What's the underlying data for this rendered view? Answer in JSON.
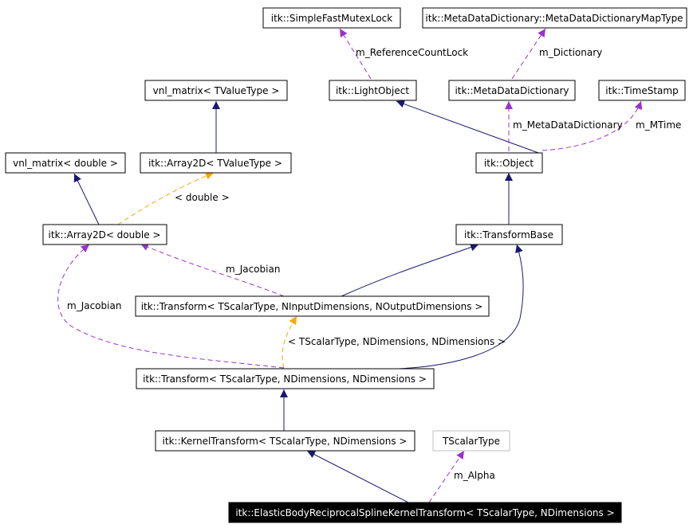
{
  "colors": {
    "inheritance": "#191970",
    "member": "#9a32cd",
    "template": "#ffa500",
    "focus_fill": "#000000",
    "focus_text": "#ffffff"
  },
  "nodes": {
    "simple_fast_mutex_lock": "itk::SimpleFastMutexLock",
    "meta_data_dictionary_map_type": "itk::MetaDataDictionary::MetaDataDictionaryMapType",
    "vnl_matrix_tvaluetype": "vnl_matrix< TValueType >",
    "light_object": "itk::LightObject",
    "meta_data_dictionary": "itk::MetaDataDictionary",
    "time_stamp": "itk::TimeStamp",
    "vnl_matrix_double": "vnl_matrix< double >",
    "array2d_tvaluetype": "itk::Array2D< TValueType >",
    "object": "itk::Object",
    "array2d_double": "itk::Array2D< double >",
    "transform_base": "itk::TransformBase",
    "transform_in_out": "itk::Transform< TScalarType, NInputDimensions, NOutputDimensions >",
    "transform_dims": "itk::Transform< TScalarType, NDimensions, NDimensions >",
    "kernel_transform": "itk::KernelTransform< TScalarType, NDimensions >",
    "tscalar_type": "TScalarType",
    "elastic_body": "itk::ElasticBodyReciprocalSplineKernelTransform< TScalarType, NDimensions >"
  },
  "edge_labels": {
    "reference_count_lock": "m_ReferenceCountLock",
    "dictionary": "m_Dictionary",
    "meta_data_dictionary": "m_MetaDataDictionary",
    "mtime": "m_MTime",
    "double_template": "< double >",
    "jacobian_top": "m_Jacobian",
    "jacobian_left": "m_Jacobian",
    "transform_template": "< TScalarType, NDimensions, NDimensions >",
    "alpha": "m_Alpha"
  }
}
